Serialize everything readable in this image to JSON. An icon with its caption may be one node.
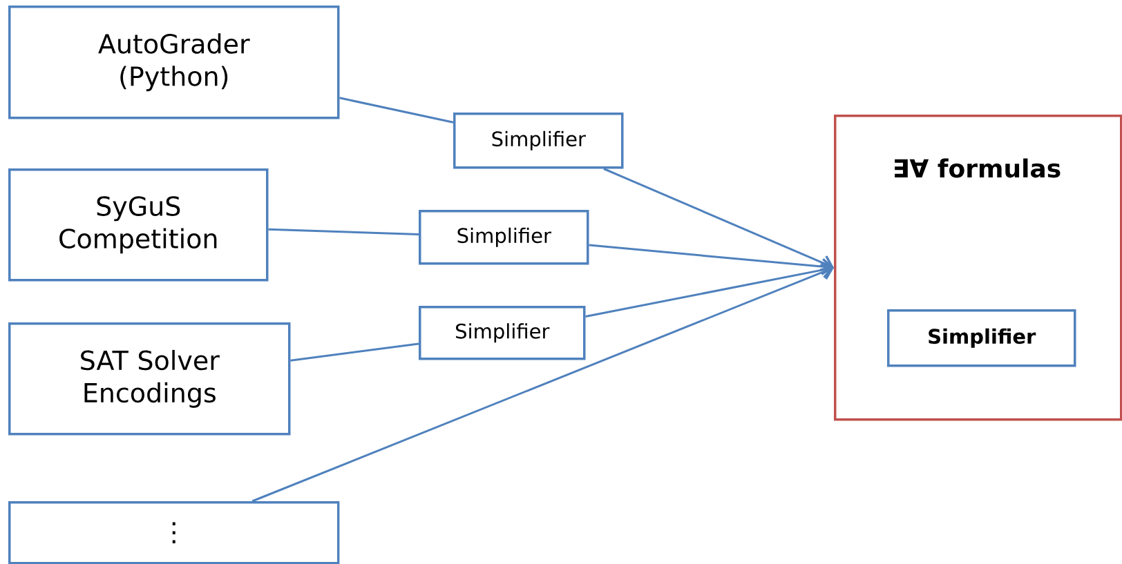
{
  "diagram": {
    "nodes": [
      {
        "text": [
          "AutoGrader (Python)"
        ]
      },
      {
        "text": [
          "SyGuS Competition"
        ]
      },
      {
        "text": [
          "SAT Solver Encodings"
        ]
      },
      {
        "text": [
          "⋮"
        ]
      },
      {
        "text": [
          "Simplifier"
        ]
      },
      {
        "text": [
          "Simplifier"
        ]
      },
      {
        "text": [
          "Simplifier"
        ]
      },
      {
        "text": [
          "∃∀ formulas"
        ]
      },
      {
        "text": [
          "Simplifier"
        ],
        "in": 7
      }
    ],
    "edges": [
      {
        "from": 0,
        "to": 4,
        "arrow": "none"
      },
      {
        "from": 4,
        "to": 7,
        "arrow": "to"
      },
      {
        "from": 1,
        "to": 5,
        "arrow": "none"
      },
      {
        "from": 5,
        "to": 7,
        "arrow": "to"
      },
      {
        "from": 2,
        "to": 6,
        "arrow": "none"
      },
      {
        "from": 6,
        "to": 7,
        "arrow": "to"
      },
      {
        "from": 3,
        "to": 7,
        "arrow": "to"
      }
    ]
  }
}
